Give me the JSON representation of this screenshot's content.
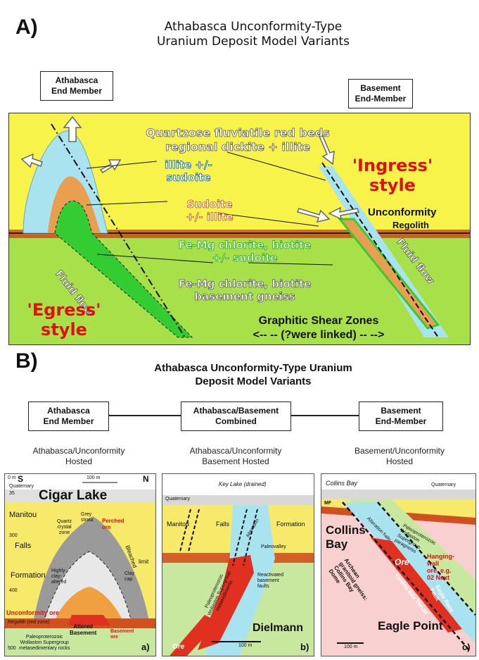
{
  "panel_a": {
    "letter": "A)",
    "title_line1": "Athabasca Unconformity-Type",
    "title_line2": "Uranium Deposit Model Variants",
    "left_box": [
      "Athabasca",
      "End Member"
    ],
    "right_box": [
      "Basement",
      "End-Member"
    ],
    "labels": {
      "red_beds_1": "Quartzose fluviatile red beds",
      "red_beds_2": "regional dickite + illite",
      "illite_1": "illite +/-",
      "illite_2": "sudoite",
      "sudoite_1": "Sudoite",
      "sudoite_2": "+/- illite",
      "ingress_1": "'Ingress'",
      "ingress_2": "style",
      "unconformity": "Unconformity",
      "regolith": "Regolith",
      "chlorite1_1": "Fe-Mg chlorite, biotite",
      "chlorite1_2": "+/- sudoite",
      "chlorite2_1": "Fe-Mg chlorite, biotite",
      "chlorite2_2": "basement gneiss",
      "fluid_left": "Fluid flow",
      "fluid_right": "Fluid flow",
      "egress_1": "'Egress'",
      "egress_2": "style",
      "shear_1": "Graphitic Shear Zones",
      "shear_2": "<-- -- (?were linked) -- -->"
    },
    "colors": {
      "sandstone": "#f7f34a",
      "basement": "#a8e04a",
      "regolith": "#c8501e",
      "egress_halo": "#a9e3f0",
      "ore_orange": "#e8a050",
      "chlorite_green": "#33cc33"
    }
  },
  "panel_b": {
    "letter": "B)",
    "title_line1": "Athabasca Unconformity-Type Uranium",
    "title_line2": "Deposit Model Variants",
    "boxes": [
      [
        "Athabasca",
        "End Member"
      ],
      [
        "Athabasca/Basement",
        "Combined"
      ],
      [
        "Basement",
        "End-Member"
      ]
    ],
    "subtitles": [
      [
        "Athabasca/Unconformity",
        "Hosted"
      ],
      [
        "Athabasca/Unconformity",
        "Basement Hosted"
      ],
      [
        "Basement/Unconformity",
        "Hosted"
      ]
    ],
    "sec_a": {
      "deposit": "Cigar Lake",
      "S": "S",
      "N": "N",
      "scale": "100 m",
      "depths": [
        "0 m",
        "35",
        "300",
        "400",
        "500"
      ],
      "quaternary": "Quaternary",
      "manitou": "Manitou",
      "falls": "Falls",
      "formation": "Formation",
      "quartz": [
        "Quartz",
        "crystal",
        "zone"
      ],
      "grey_strata": [
        "Grey",
        "strata"
      ],
      "perched": [
        "Perched",
        "ore"
      ],
      "bleached": "Bleached",
      "limit": "limit",
      "clay": [
        "Clay",
        "cap"
      ],
      "hcs": [
        "Highly",
        "clay-",
        "altered"
      ],
      "unconf_ore": "Unconformity ore",
      "regolith": "Regolith (red zone)",
      "altered": [
        "Altered",
        "Basement"
      ],
      "basement_ore": [
        "Basement",
        "ore"
      ],
      "paleo": [
        "Paleoproterozoic",
        "Wollaston Supergroup",
        "metasedimentary rocks"
      ],
      "letter": "a)"
    },
    "sec_b": {
      "header": "Key Lake (drained)",
      "quaternary": "Quaternary",
      "manitou": "Manitou",
      "falls": "Falls",
      "formation": "Formation",
      "alteration": "Alteration",
      "paleovalley": "Paleovalley",
      "reactivated": [
        "Reactivated",
        "basement",
        "faults"
      ],
      "paleo": [
        "Paleoproterozoic",
        "Wollaston Supergroup",
        "metasediments"
      ],
      "ore": "Ore",
      "deposit": "Dielmann",
      "scale": "100 m",
      "letter": "b)"
    },
    "sec_c": {
      "header": "Collins Bay",
      "quaternary": "Quaternary",
      "mf": "MF",
      "collins_1": "Collins",
      "collins_2": "Bay",
      "paleo": [
        "Paleoproterozoic",
        "Wollaston",
        "Supergroup",
        "paragneiss"
      ],
      "alteration_halo": "Alteration halo",
      "ore": "Ore",
      "hanging": [
        "Hanging-",
        "wall",
        "ore, e.g.",
        "02 Next"
      ],
      "archean": [
        "Archean",
        "granitoid gneiss:",
        "Collins Bay",
        "Dome"
      ],
      "thrust": "Collins Bay Thrust",
      "fault": "Eagle Point Fault",
      "deposit": "Eagle Point",
      "scale": "100 m",
      "letter": "c)"
    }
  }
}
